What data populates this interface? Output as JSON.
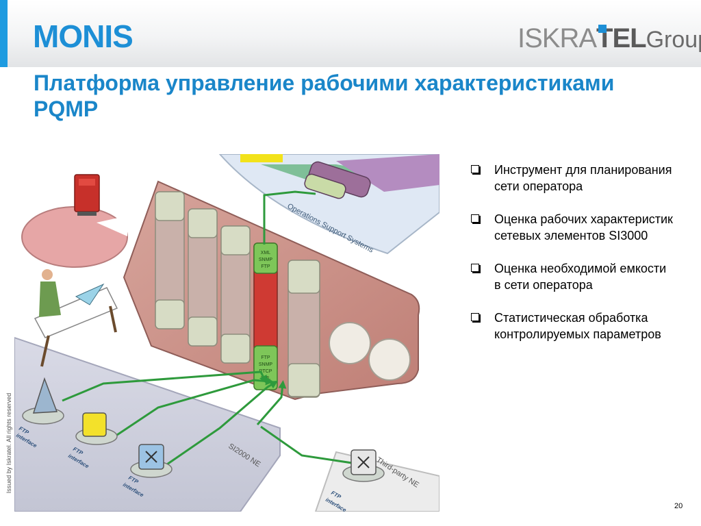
{
  "header": {
    "logo_left": "MONIS",
    "logo_right_1": "ISKRA",
    "logo_right_2": "TEL",
    "logo_right_3": "Group"
  },
  "title": {
    "line1": "Платформа управление рабочими характеристиками",
    "line2": "PQMP"
  },
  "side_note": "Issued by Iskratel. All rights reserved",
  "diagram": {
    "oss_label": "Operations Support Systems",
    "si2000_label": "SI2000 NE",
    "thirdparty_label": "Third-party NE",
    "ftp_label_1": "FTP",
    "ftp_label_2": "interface",
    "card_top": [
      "XML",
      "SNMP",
      "FTP"
    ],
    "card_bottom": [
      "FTP",
      "SNMP",
      "RTCP",
      "XML"
    ]
  },
  "bullets": [
    "Инструмент для планирования сети оператора",
    "Оценка рабочих характеристик сетевых элементов SI3000",
    "Оценка необходимой емкости в сети оператора",
    "Статистическая обработка контролируемых параметров"
  ],
  "page_number": "20",
  "colors": {
    "title": "#1a86c9",
    "logo_blue": "#1d8fd6",
    "connector_green": "#2e9a3c",
    "chassis": "#c98f86",
    "card_red": "#cf3a33"
  }
}
